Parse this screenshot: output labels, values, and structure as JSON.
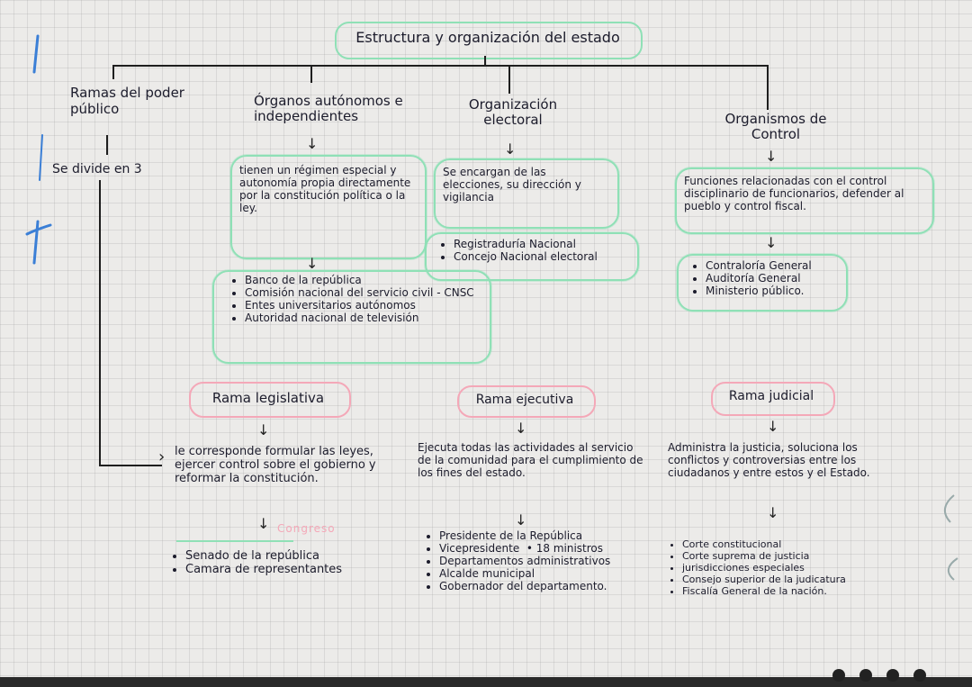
{
  "title": "Estructura y organización del estado",
  "branches": [
    {
      "label": "Ramas del poder público",
      "note": "Se divide en 3"
    },
    {
      "label": "Órganos autónomos e independientes",
      "description": "tienen un régimen especial y autonomía propia directamente por la constitución política o la ley.",
      "items": [
        "Banco de la república",
        "Comisión nacional del servicio civil - CNSC",
        "Entes universitarios autónomos",
        "Autoridad nacional de televisión"
      ]
    },
    {
      "label": "Organización electoral",
      "description": "Se encargan de las elecciones, su dirección y vigilancia",
      "items": [
        "Registraduría Nacional",
        "Concejo Nacional electoral"
      ]
    },
    {
      "label": "Organismos de Control",
      "description": "Funciones relacionadas con el control disciplinario de funcionarios, defender al pueblo y control fiscal.",
      "items": [
        "Contraloría General",
        "Auditoría General",
        "Ministerio público."
      ]
    }
  ],
  "ramas": [
    {
      "label": "Rama legislativa",
      "description": "le corresponde formular las leyes, ejercer control sobre el gobierno y reformar la constitución.",
      "sublabel": "Congreso",
      "items": [
        "Senado de la república",
        "Camara de representantes"
      ]
    },
    {
      "label": "Rama ejecutiva",
      "description": "Ejecuta todas las actividades al servicio de la comunidad para el cumplimiento de los fines del estado.",
      "items": [
        "Presidente de la República",
        "Vicepresidente",
        "18 ministros",
        "Departamentos administrativos",
        "Alcalde municipal",
        "Gobernador del departamento."
      ]
    },
    {
      "label": "Rama judicial",
      "description": "Administra la justicia, soluciona los conflictos y controversias entre los ciudadanos y entre estos y el Estado.",
      "items": [
        "Corte constitucional",
        "Corte suprema de justicia",
        "jurisdicciones especiales",
        "Consejo superior de la judicatura",
        "Fiscalía General de la nación."
      ]
    }
  ],
  "colors": {
    "green_outline": "#8fe0b6",
    "pink_outline": "#f4a8b8",
    "ink": "#1c1c2c",
    "blue_pen": "#3b7fd6",
    "paper": "#ecebe9"
  }
}
